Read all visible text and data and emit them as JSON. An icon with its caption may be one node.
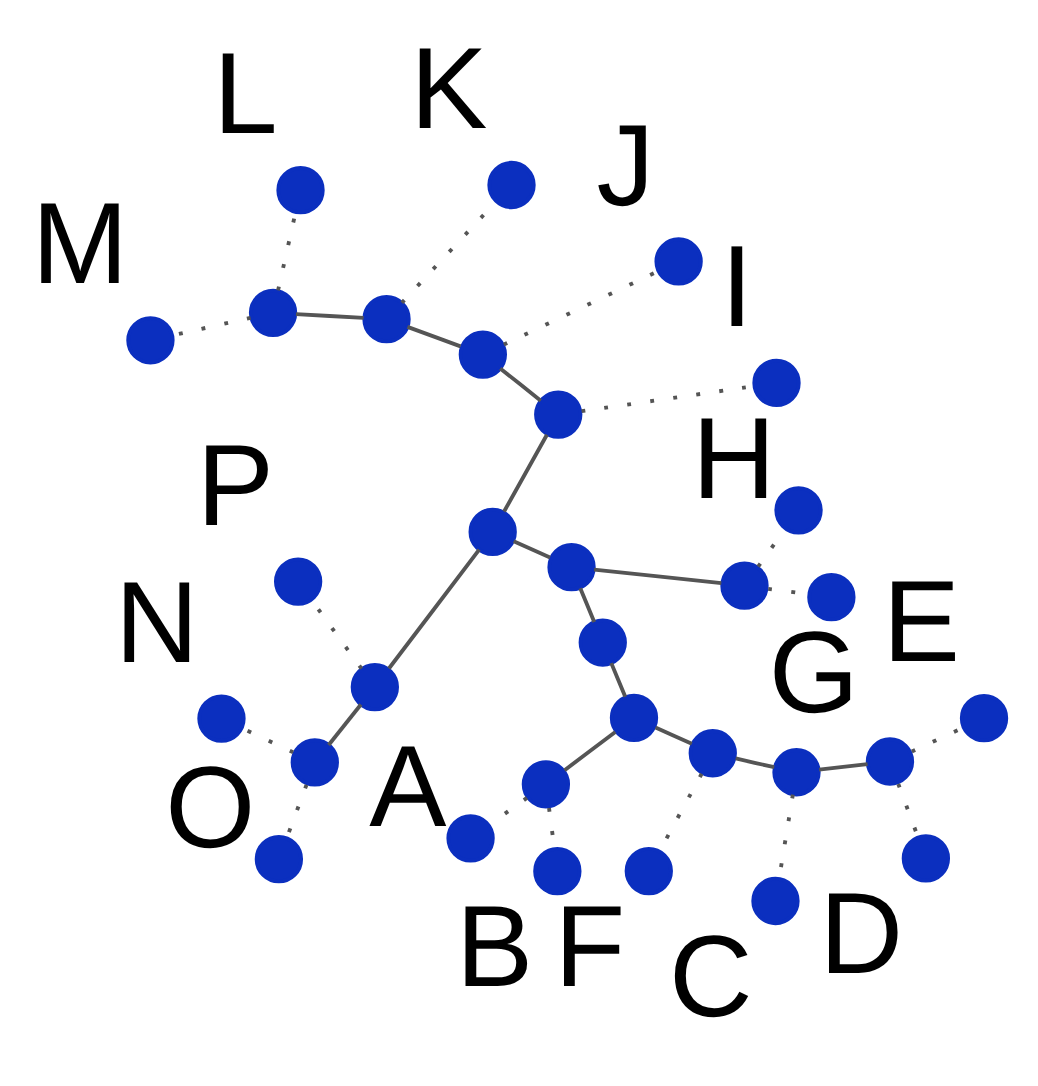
{
  "diagram": {
    "nodes": [
      {
        "text": [
          "A"
        ]
      },
      {
        "text": [
          "B"
        ]
      },
      {
        "text": [
          "C"
        ]
      },
      {
        "text": [
          "D"
        ]
      },
      {
        "text": [
          "E"
        ]
      },
      {
        "text": [
          "F"
        ]
      },
      {
        "text": [
          "G"
        ]
      },
      {
        "text": [
          "H"
        ]
      },
      {
        "text": [
          "I"
        ]
      },
      {
        "text": [
          "J"
        ]
      },
      {
        "text": [
          "K"
        ]
      },
      {
        "text": [
          "L"
        ]
      },
      {
        "text": [
          "M"
        ]
      },
      {
        "text": [
          "N"
        ]
      },
      {
        "text": [
          "O"
        ]
      },
      {
        "text": [
          "P"
        ]
      },
      {
        "text": [],
        "shape": "circle"
      },
      {
        "text": [],
        "shape": "circle"
      },
      {
        "text": [],
        "shape": "circle"
      },
      {
        "text": [],
        "shape": "circle"
      },
      {
        "text": [],
        "shape": "circle"
      },
      {
        "text": [],
        "shape": "circle"
      },
      {
        "text": [],
        "shape": "circle"
      },
      {
        "text": [],
        "shape": "circle"
      },
      {
        "text": [],
        "shape": "circle"
      },
      {
        "text": [],
        "shape": "circle"
      },
      {
        "text": [],
        "shape": "circle"
      },
      {
        "text": [],
        "shape": "circle"
      },
      {
        "text": [],
        "shape": "circle"
      },
      {
        "text": [],
        "shape": "circle"
      },
      {
        "text": [],
        "shape": "circle"
      }
    ],
    "edges": [
      {
        "from": 16,
        "to": 17,
        "arrow": "none"
      },
      {
        "from": 16,
        "to": 18,
        "arrow": "none"
      },
      {
        "from": 18,
        "to": 19,
        "arrow": "none"
      },
      {
        "from": 18,
        "to": 20,
        "arrow": "none"
      },
      {
        "from": 19,
        "to": 0,
        "arrow": "none",
        "style": "dashed"
      },
      {
        "from": 19,
        "to": 1,
        "arrow": "none",
        "style": "dashed"
      },
      {
        "from": 20,
        "to": 5,
        "arrow": "none",
        "style": "dashed"
      },
      {
        "from": 20,
        "to": 21,
        "arrow": "none"
      },
      {
        "from": 21,
        "to": 22,
        "arrow": "none"
      },
      {
        "from": 21,
        "to": 2,
        "arrow": "none",
        "style": "dashed"
      },
      {
        "from": 22,
        "to": 4,
        "arrow": "none",
        "style": "dashed"
      },
      {
        "from": 22,
        "to": 3,
        "arrow": "none",
        "style": "dashed"
      },
      {
        "from": 17,
        "to": 24,
        "arrow": "none"
      },
      {
        "from": 17,
        "to": 23,
        "arrow": "none"
      },
      {
        "from": 23,
        "to": 7,
        "arrow": "none",
        "style": "dashed"
      },
      {
        "from": 23,
        "to": 6,
        "arrow": "none",
        "style": "dashed"
      },
      {
        "from": 24,
        "to": 25,
        "arrow": "none"
      },
      {
        "from": 24,
        "to": 29,
        "arrow": "none"
      },
      {
        "from": 25,
        "to": 8,
        "arrow": "none",
        "style": "dashed"
      },
      {
        "from": 25,
        "to": 26,
        "arrow": "none"
      },
      {
        "from": 26,
        "to": 9,
        "arrow": "none",
        "style": "dashed"
      },
      {
        "from": 26,
        "to": 27,
        "arrow": "none"
      },
      {
        "from": 27,
        "to": 10,
        "arrow": "none",
        "style": "dashed"
      },
      {
        "from": 27,
        "to": 28,
        "arrow": "none"
      },
      {
        "from": 28,
        "to": 11,
        "arrow": "none",
        "style": "dashed"
      },
      {
        "from": 28,
        "to": 12,
        "arrow": "none",
        "style": "dashed"
      },
      {
        "from": 29,
        "to": 30,
        "arrow": "none"
      },
      {
        "from": 29,
        "to": 15,
        "arrow": "none",
        "style": "dashed"
      },
      {
        "from": 30,
        "to": 13,
        "arrow": "none",
        "style": "dashed"
      },
      {
        "from": 30,
        "to": 14,
        "arrow": "none",
        "style": "dashed"
      }
    ]
  }
}
